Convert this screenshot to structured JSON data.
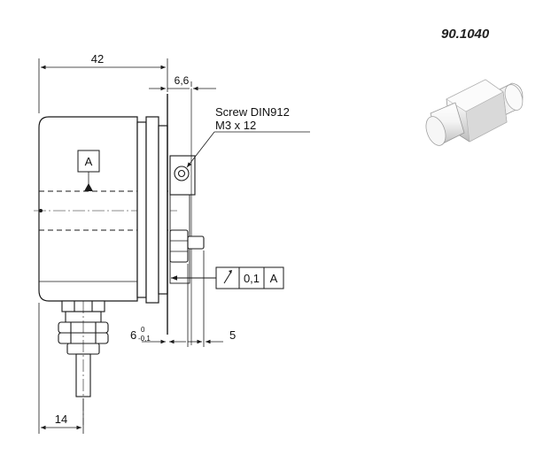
{
  "part_number": "90.1040",
  "dimensions": {
    "overall_length": "42",
    "flange_thickness": "6,6",
    "bottom_width": "14",
    "offset_value": "6",
    "offset_tol_upper": "0",
    "offset_tol_lower": "-0,1",
    "stud_length": "5"
  },
  "screw_note": {
    "line1": "Screw DIN912",
    "line2": "M3 x 12"
  },
  "datum_label": "A",
  "tolerance_frame": {
    "symbol": "runout-arrow",
    "value": "0,1",
    "datum": "A"
  },
  "colors": {
    "line": "#1a1a1a",
    "part_light": "#f2f2f2",
    "part_shade": "#c8c8c8"
  }
}
